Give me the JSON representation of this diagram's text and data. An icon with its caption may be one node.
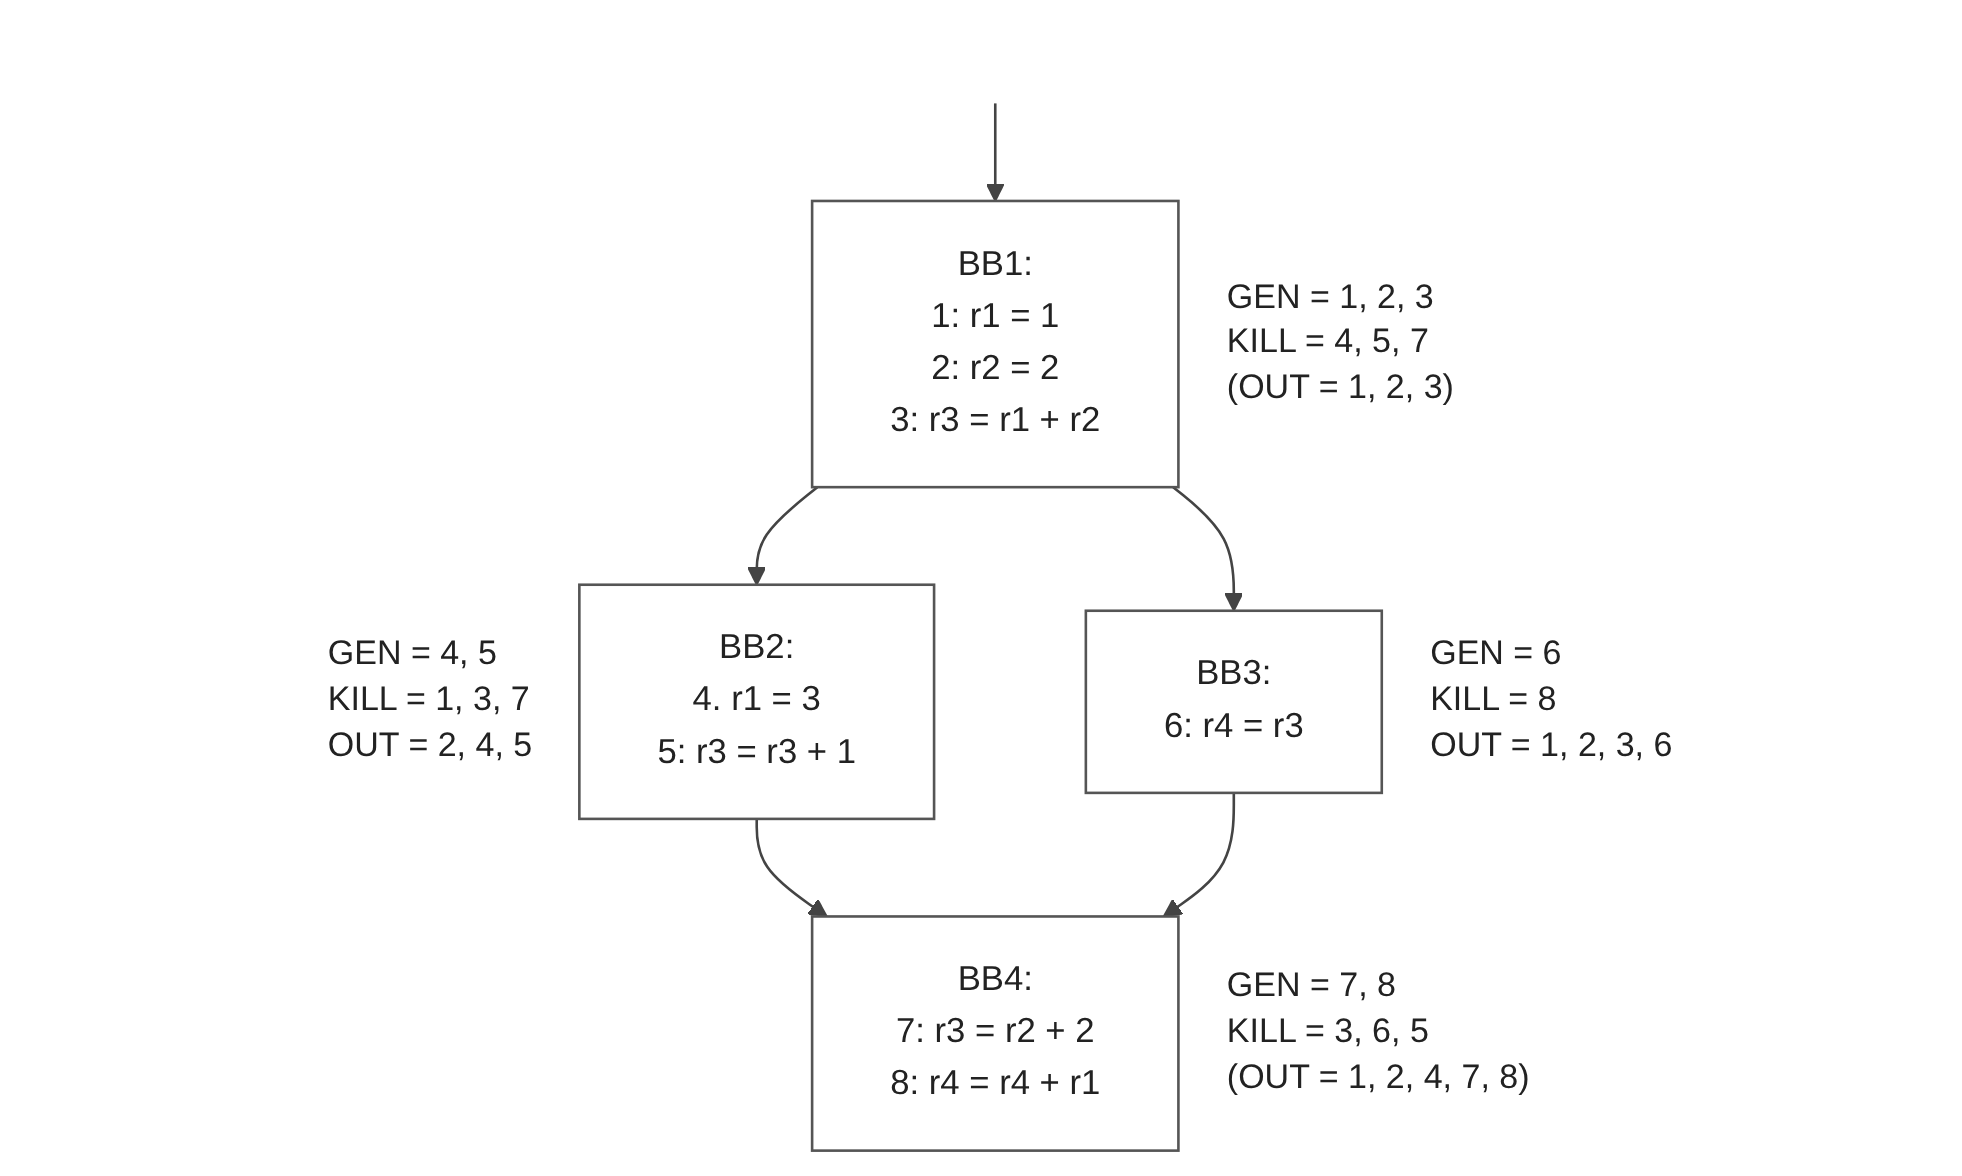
{
  "diagram": {
    "nodes": [
      {
        "text": [
          "BB1:",
          "1:   r1 = 1",
          "2:  r2 = 2",
          "3: r3 = r1 + r2"
        ],
        "beside": [
          "GEN = 1, 2, 3",
          "KILL = 4, 5, 7",
          "(OUT = 1, 2, 3)"
        ]
      },
      {
        "text": [
          "BB2:",
          "4. r1 = 3",
          "5: r3 = r3 + 1"
        ],
        "beside": [
          "GEN = 4, 5",
          "KILL = 1, 3, 7",
          "OUT = 2, 4, 5"
        ]
      },
      {
        "text": [
          "BB3:",
          "6: r4 = r3"
        ],
        "beside": [
          "GEN = 6",
          "KILL = 8",
          "OUT = 1, 2, 3, 6"
        ]
      },
      {
        "text": [
          "BB4:",
          "7:   r3 = r2 + 2",
          "8:   r4 = r4 + r1"
        ],
        "beside": [
          "GEN = 7, 8",
          "KILL = 3, 6, 5",
          "(OUT = 1, 2, 4, 7, 8)"
        ]
      }
    ],
    "edges": [
      {
        "from": null,
        "to": 0,
        "arrow": "to"
      },
      {
        "from": 0,
        "to": 1,
        "arrow": "to"
      },
      {
        "from": 0,
        "to": 2,
        "arrow": "to"
      },
      {
        "from": 1,
        "to": 3,
        "arrow": "to"
      },
      {
        "from": 2,
        "to": 3,
        "arrow": "to"
      }
    ]
  }
}
